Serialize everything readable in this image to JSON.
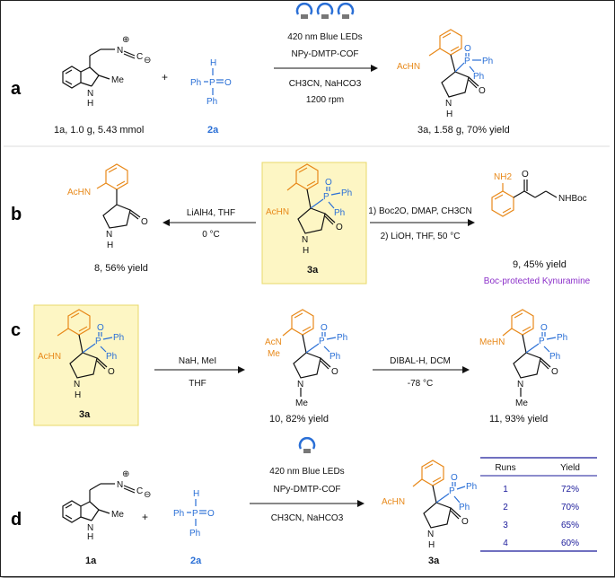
{
  "panels": {
    "a": {
      "letter": "a",
      "conditions": [
        "420 nm Blue LEDs",
        "NPy-DMTP-COF",
        "CH3CN, NaHCO3",
        "1200 rpm"
      ],
      "reactant1_label": "1a, 1.0 g, 5.43 mmol",
      "reactant2_label": "2a",
      "product_label": "3a, 1.58 g, 70% yield",
      "plus": "+"
    },
    "b": {
      "letter": "b",
      "left_conditions": [
        "LiAlH4, THF",
        "0 °C"
      ],
      "right_conditions": [
        "1) Boc2O, DMAP, CH3CN",
        "2) LiOH, THF, 50 °C"
      ],
      "left_product_label": "8, 56% yield",
      "center_label": "3a",
      "right_product_label": "9, 45% yield",
      "right_product_name": "Boc-protected Kynuramine"
    },
    "c": {
      "letter": "c",
      "step1": [
        "NaH, MeI",
        "THF"
      ],
      "step2": [
        "DIBAL-H, DCM",
        "-78 °C"
      ],
      "start_label": "3a",
      "mid_label": "10, 82% yield",
      "end_label": "11, 93% yield"
    },
    "d": {
      "letter": "d",
      "conditions": [
        "420 nm Blue LEDs",
        "NPy-DMTP-COF",
        "CH3CN, NaHCO3"
      ],
      "reactant1_label": "1a",
      "reactant2_label": "2a",
      "product_label": "3a",
      "plus": "+",
      "table": {
        "headers": [
          "Runs",
          "Yield"
        ],
        "rows": [
          [
            "1",
            "72%"
          ],
          [
            "2",
            "70%"
          ],
          [
            "3",
            "65%"
          ],
          [
            "4",
            "60%"
          ]
        ]
      }
    }
  },
  "atoms": {
    "me": "Me",
    "nh": "H",
    "n": "N",
    "c": "C",
    "ph": "Ph",
    "p": "P",
    "o": "O",
    "acnh": "AcHN",
    "nh2": "NH2",
    "nhboc": "NHBoc",
    "acn": "AcN",
    "mehn": "MeHN",
    "charge_plus": "⊕",
    "charge_minus": "⊖"
  },
  "colors": {
    "orange": "#e8891a",
    "blue": "#2a6fd6",
    "purple": "#8b2fc9",
    "highlight": "#fdf6c4",
    "table_blue": "#1a1a9a"
  }
}
